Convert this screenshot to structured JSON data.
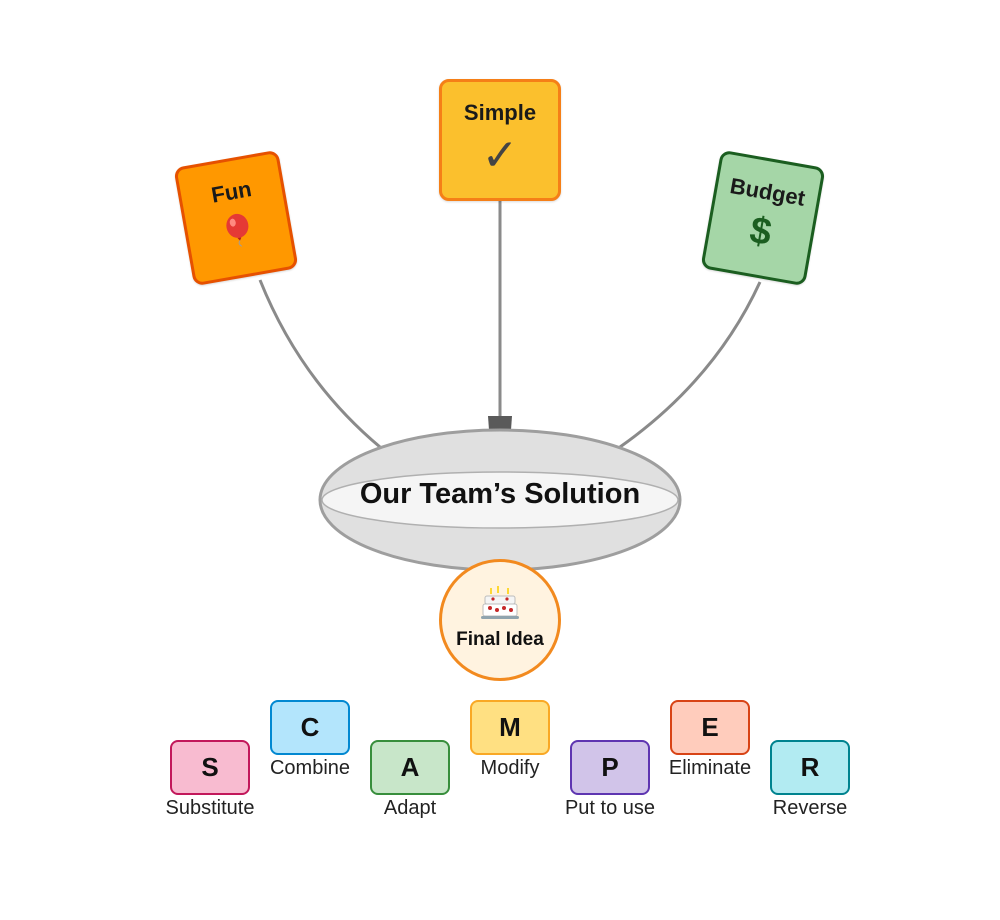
{
  "diagram": {
    "center": {
      "label": "Our Team’s Solution"
    },
    "result": {
      "label": "Final Idea",
      "icon": "cake-icon"
    },
    "cards": [
      {
        "id": "fun",
        "label": "Fun",
        "icon": "balloon-icon",
        "fill": "#ff9800",
        "border": "#e65100"
      },
      {
        "id": "simple",
        "label": "Simple",
        "icon": "checkmark-icon",
        "glyph": "✓",
        "fill": "#fbc02d",
        "border": "#f57f17"
      },
      {
        "id": "budget",
        "label": "Budget",
        "icon": "dollar-icon",
        "glyph": "$",
        "fill": "#a5d6a7",
        "border": "#1b5e20"
      }
    ],
    "scamper": [
      {
        "letter": "S",
        "word": "Substitute",
        "fill": "#f8bbd0",
        "border": "#c2185b"
      },
      {
        "letter": "C",
        "word": "Combine",
        "fill": "#b3e5fc",
        "border": "#0288d1"
      },
      {
        "letter": "A",
        "word": "Adapt",
        "fill": "#c8e6c9",
        "border": "#388e3c"
      },
      {
        "letter": "M",
        "word": "Modify",
        "fill": "#ffe082",
        "border": "#f9a825"
      },
      {
        "letter": "P",
        "word": "Put to use",
        "fill": "#d1c4e9",
        "border": "#5e35b1"
      },
      {
        "letter": "E",
        "word": "Eliminate",
        "fill": "#ffccbc",
        "border": "#d84315"
      },
      {
        "letter": "R",
        "word": "Reverse",
        "fill": "#b2ebf2",
        "border": "#00838f"
      }
    ],
    "connector_color": "#8a8a8a",
    "ellipse_fill": "#e0e0e0",
    "ellipse_border": "#9e9e9e"
  }
}
